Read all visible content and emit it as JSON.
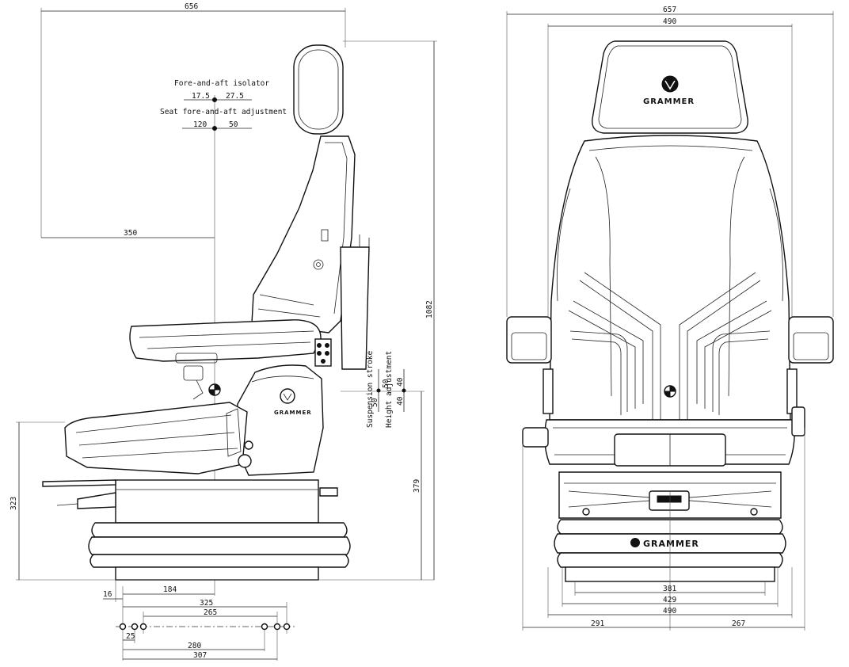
{
  "side_view": {
    "dims": {
      "overall_width": "656",
      "backrest_offset": "350",
      "overall_height": "1082",
      "suspension_height": "379",
      "seat_height": "323",
      "offset_16": "16",
      "offset_184": "184",
      "base_325": "325",
      "base_265": "265",
      "base_25": "25",
      "base_280": "280",
      "base_307": "307"
    },
    "isolator": {
      "label": "Fore-and-aft isolator",
      "back": "17.5",
      "front": "27.5"
    },
    "adjustment": {
      "label": "Seat fore-and-aft adjustment",
      "back": "120",
      "front": "50"
    },
    "suspension": {
      "label": "Suspension stroke",
      "up": "50",
      "down": "50"
    },
    "height_adj": {
      "label": "Height adjustment",
      "up": "40",
      "down": "40"
    },
    "brand": "GRAMMER"
  },
  "front_view": {
    "dims": {
      "overall_width": "657",
      "headrest_width": "490",
      "base_381": "381",
      "base_429": "429",
      "base_490": "490",
      "left_291": "291",
      "right_267": "267"
    },
    "brand_headrest": "GRAMMER",
    "brand_base": "GRAMMER"
  },
  "colors": {
    "line": "#111111",
    "background": "#ffffff"
  }
}
